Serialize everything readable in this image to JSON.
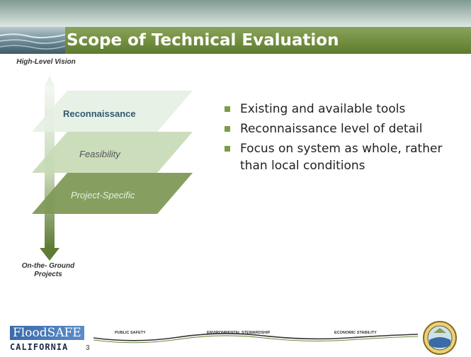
{
  "slide": {
    "title": "Scope of Technical Evaluation",
    "page_number": "3"
  },
  "diagram": {
    "top_label": "High-Level Vision",
    "bottom_label": "On-the- Ground Projects",
    "planes": [
      {
        "label": "Reconnaissance",
        "color": "#e6f0e2",
        "text_color": "#2f5a72"
      },
      {
        "label": "Feasibility",
        "color": "#c7d9b5",
        "text_color": "#555555"
      },
      {
        "label": "Project-Specific",
        "color": "#7f9a57",
        "text_color": "#e8eee0"
      }
    ]
  },
  "bullets": [
    "Existing and available tools",
    "Reconnaissance level of detail",
    "Focus on system as whole, rather than local conditions"
  ],
  "footer": {
    "logo_top": "FloodSAFE",
    "logo_bottom": "CALIFORNIA",
    "banner_words": [
      "PUBLIC SAFETY",
      "ENVIRONMENTAL STEWARDSHIP",
      "ECONOMIC STABILITY"
    ]
  },
  "colors": {
    "title_bar": "#6f8c3c",
    "bullet": "#7d9b46",
    "accent_blue": "#3a6aa8"
  }
}
